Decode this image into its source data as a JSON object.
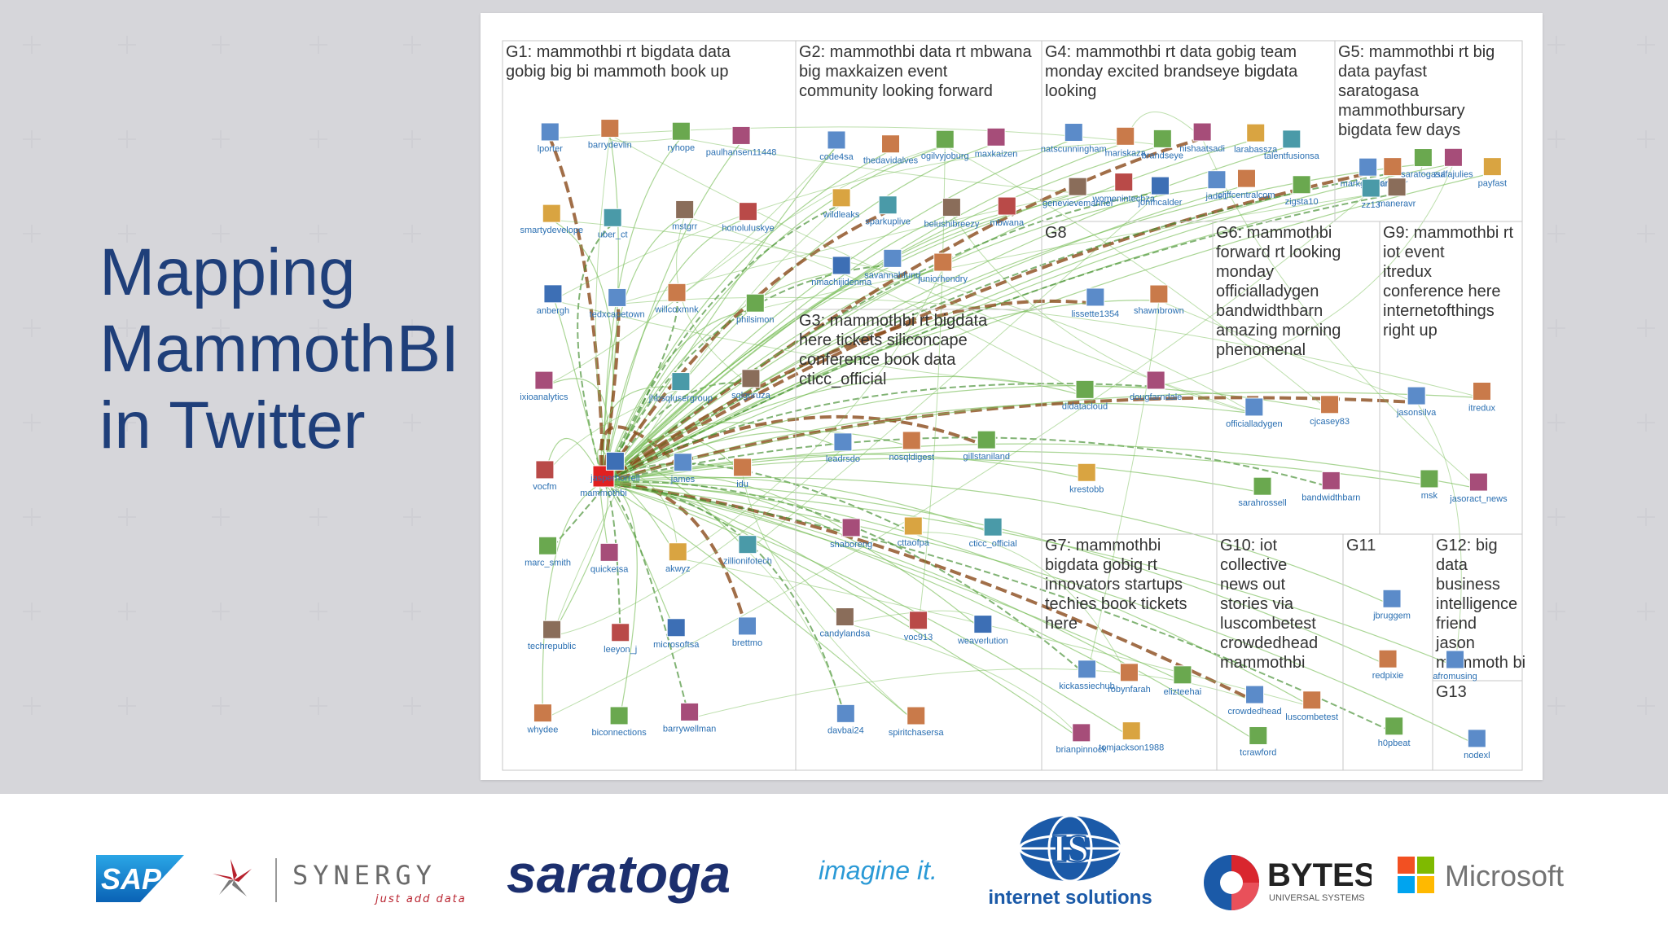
{
  "title": {
    "line1": "Mapping",
    "line2": "MammothBI",
    "line3": "in Twitter"
  },
  "groups": [
    {
      "id": "G1",
      "label": "G1: mammothbi rt bigdata data gobig big bi mammoth book up"
    },
    {
      "id": "G2",
      "label": "G2: mammothbi data rt mbwana big maxkaizen event community looking forward"
    },
    {
      "id": "G4",
      "label": "G4: mammothbi rt data gobig team monday excited brandseye bigdata looking"
    },
    {
      "id": "G5",
      "label": "G5: mammothbi rt big data payfast saratogasa mammothbursary bigdata few days"
    },
    {
      "id": "G3",
      "label": "G3: mammothbi rt bigdata here tickets siliconcape conference book data cticc_official"
    },
    {
      "id": "G8",
      "label": "G8"
    },
    {
      "id": "G6",
      "label": "G6: mammothbi forward rt looking monday officialladygen bandwidthbarn amazing morning phenomenal"
    },
    {
      "id": "G9",
      "label": "G9: mammothbi rt iot event itredux conference here internetofthings right up"
    },
    {
      "id": "G7",
      "label": "G7: mammothbi bigdata gobig rt innovators startups techies book tickets here"
    },
    {
      "id": "G10",
      "label": "G10: iot collective news out stories via luscombetest crowdedhead mammothbi"
    },
    {
      "id": "G11",
      "label": "G11"
    },
    {
      "id": "G12",
      "label": "G12: big data business intelligence friend jason mammoth bi"
    },
    {
      "id": "G13",
      "label": "G13"
    }
  ],
  "nodes": {
    "G1": [
      "lporter",
      "barrydevlin",
      "ryhope",
      "paulhansen11448",
      "smartydevelope",
      "uber_ct",
      "mstgrr",
      "honoluluskye",
      "anbergh",
      "tedxcapetown",
      "willcoxmnk",
      "philsimon",
      "ixioanalytics",
      "mammothbi",
      "jhbsqlusergroup",
      "sqlguruza",
      "vocfm",
      "jasperhorrell",
      "james",
      "idu",
      "marc_smith",
      "quicketsa",
      "akwyz",
      "zillionifotech",
      "techrepublic",
      "leeyon_j",
      "microsoftsa",
      "brettmo",
      "whydee",
      "biconnections",
      "barrywellman"
    ],
    "G2": [
      "code4sa",
      "thedavidalves",
      "ogilvyjoburg",
      "maxkaizen",
      "wildleaks",
      "sparkuplive",
      "belushibreezy",
      "mbwana",
      "nmachijidenma",
      "savannahfund",
      "juniorhendry"
    ],
    "G4": [
      "natscunningham",
      "mariskaza",
      "brandseye",
      "nishaatsadi",
      "larabassza",
      "talentfusionsa",
      "genevievemannel",
      "womenintechza",
      "jonmcalder",
      "jade1",
      "cliffcentralcom",
      "zigsta10"
    ],
    "G5": [
      "markgebhardt",
      "tomcarr",
      "saratogasa",
      "zulfajulies",
      "payfast",
      "zz13",
      "maneravr"
    ],
    "G3": [
      "leadrsdo",
      "nosqldigest",
      "gillstaniland",
      "shaboreng",
      "cttaofpa",
      "cticc_official",
      "candylandsa",
      "voc913",
      "weaverlution",
      "davbai24",
      "spiritchasersa"
    ],
    "G8": [
      "lissette1354",
      "shawnbrown",
      "didatacloud",
      "dougfarndale",
      "krestobb"
    ],
    "G6": [
      "officialladygen",
      "cjcasey83",
      "sarahrossell",
      "bandwidthbarn"
    ],
    "G9": [
      "jasonsilva",
      "itredux",
      "msk",
      "jasoract_news"
    ],
    "G7": [
      "kickassiechub",
      "robynfarah",
      "elizteehai",
      "brianpinnock",
      "tomjackson1988"
    ],
    "G10": [
      "crowdedhead",
      "luscombetest",
      "tcrawford"
    ],
    "G11": [
      "jbruggem",
      "redpixie",
      "h0pbeat"
    ],
    "G12": [
      "afromusing"
    ],
    "G13": [
      "nodexl"
    ]
  },
  "colors": {
    "title": "#1f3f7a",
    "edge": "#7bbf5b",
    "strong_edge": "#8a4a1a",
    "dark_edge": "#3d8a2a",
    "node_label": "#2a6fb2"
  },
  "footer": {
    "sap": "SAP",
    "synergy": "SYNERGY",
    "synergy_tag": "just add data",
    "saratoga": "saratoga",
    "imagine": "imagine it.",
    "is_mark": "IS",
    "is_name": "internet solutions",
    "bytes": "BYTES",
    "bytes_sub": "UNIVERSAL SYSTEMS",
    "microsoft": "Microsoft"
  }
}
